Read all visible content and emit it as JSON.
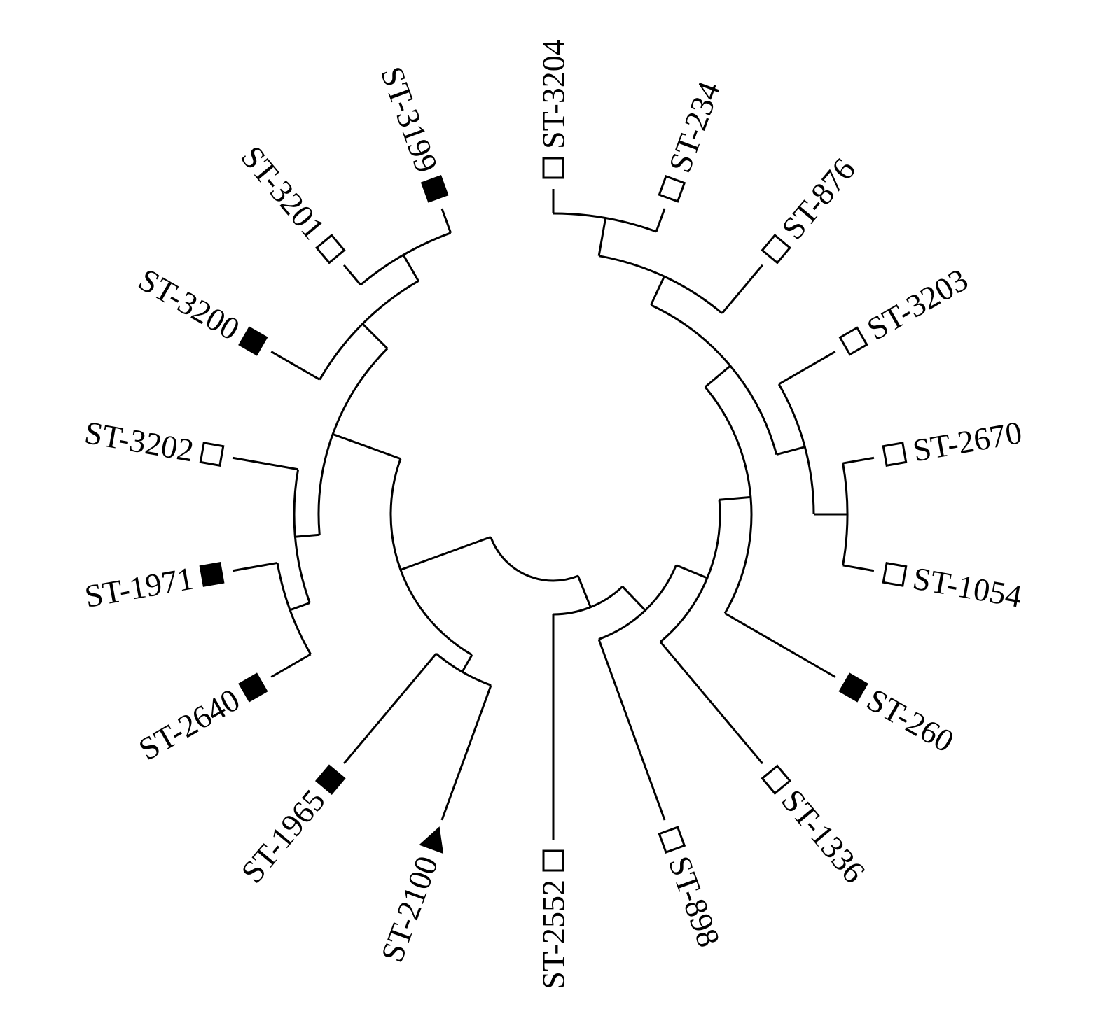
{
  "colors": {
    "line": "#000000",
    "filled_marker": "#000000",
    "open_marker": "#ffffff"
  },
  "leaves": [
    {
      "label": "ST-3204",
      "marker": "open-square"
    },
    {
      "label": "ST-234",
      "marker": "open-square"
    },
    {
      "label": "ST-876",
      "marker": "open-square"
    },
    {
      "label": "ST-3203",
      "marker": "open-square"
    },
    {
      "label": "ST-2670",
      "marker": "open-square"
    },
    {
      "label": "ST-1054",
      "marker": "open-square"
    },
    {
      "label": "ST-260",
      "marker": "filled-square"
    },
    {
      "label": "ST-1336",
      "marker": "open-square"
    },
    {
      "label": "ST-898",
      "marker": "open-square"
    },
    {
      "label": "ST-2552",
      "marker": "open-square"
    },
    {
      "label": "ST-2100",
      "marker": "filled-triangle"
    },
    {
      "label": "ST-1965",
      "marker": "filled-square"
    },
    {
      "label": "ST-2640",
      "marker": "filled-square"
    },
    {
      "label": "ST-1971",
      "marker": "filled-square"
    },
    {
      "label": "ST-3202",
      "marker": "open-square"
    },
    {
      "label": "ST-3200",
      "marker": "filled-square"
    },
    {
      "label": "ST-3201",
      "marker": "open-square"
    },
    {
      "label": "ST-3199",
      "marker": "filled-square"
    }
  ],
  "tree": {
    "id": "root",
    "children": [
      {
        "id": "V",
        "children": [
          {
            "id": "W",
            "children": [
              {
                "id": "X",
                "children": [
                  {
                    "id": "D",
                    "children": [
                      {
                        "id": "C",
                        "children": [
                          {
                            "id": "A",
                            "children": [
                              {
                                "id": "A1",
                                "children": [
                                  "ST-3204",
                                  "ST-234"
                                ]
                              },
                              "ST-876"
                            ]
                          },
                          {
                            "id": "B",
                            "children": [
                              "ST-3203",
                              {
                                "id": "B1",
                                "children": [
                                  "ST-2670",
                                  "ST-1054"
                                ]
                              }
                            ]
                          }
                        ]
                      },
                      "ST-260"
                    ]
                  },
                  "ST-1336"
                ]
              },
              "ST-898"
            ]
          },
          "ST-2552"
        ]
      },
      {
        "id": "L",
        "children": [
          {
            "id": "S",
            "children": [
              "ST-2100",
              "ST-1965"
            ]
          },
          {
            "id": "P3",
            "children": [
              {
                "id": "Q",
                "children": [
                  {
                    "id": "Q1",
                    "children": [
                      "ST-2640",
                      "ST-1971"
                    ]
                  },
                  "ST-3202"
                ]
              },
              {
                "id": "P2",
                "children": [
                  "ST-3200",
                  {
                    "id": "P1",
                    "children": [
                      "ST-3201",
                      "ST-3199"
                    ]
                  }
                ]
              }
            ]
          }
        ]
      }
    ]
  }
}
